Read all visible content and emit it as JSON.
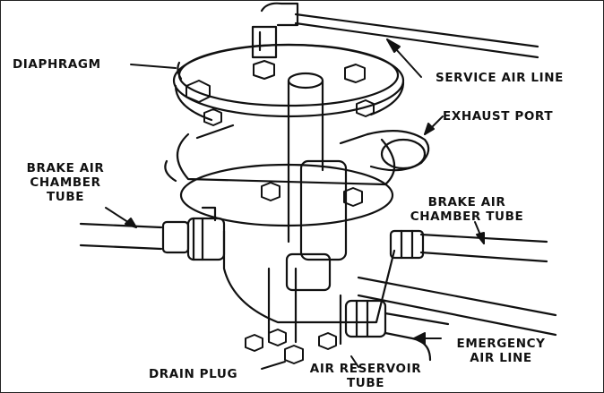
{
  "labels": {
    "diaphragm": "DIAPHRAGM",
    "service_air_line": "SERVICE AIR LINE",
    "exhaust_port": "EXHAUST PORT",
    "brake_air_chamber_tube_left": [
      "BRAKE AIR",
      "CHAMBER",
      "TUBE"
    ],
    "brake_air_chamber_tube_right": [
      "BRAKE AIR",
      "CHAMBER TUBE"
    ],
    "emergency_air_line": [
      "EMERGENCY",
      "AIR LINE"
    ],
    "air_reservoir_tube": [
      "AIR RESERVOIR",
      "TUBE"
    ],
    "drain_plug": "DRAIN PLUG"
  },
  "colors": {
    "ink": "#111111",
    "background": "#ffffff"
  }
}
